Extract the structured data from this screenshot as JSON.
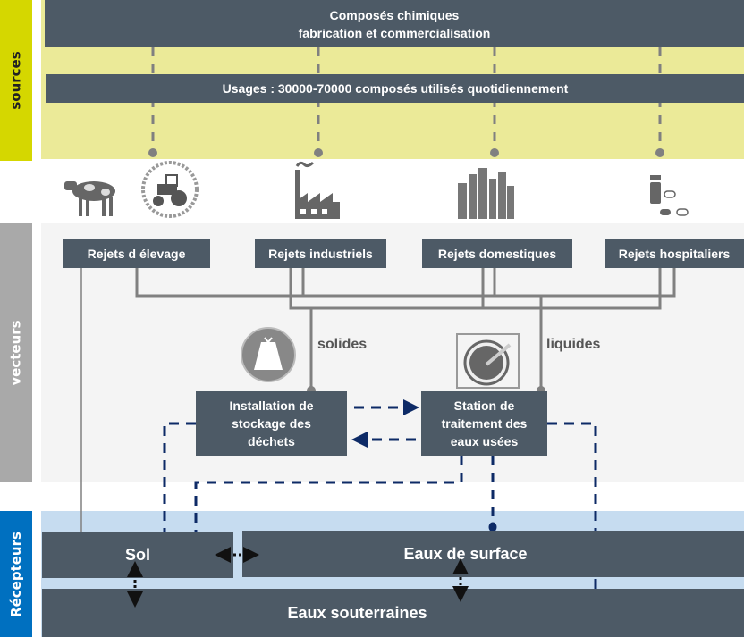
{
  "sections": {
    "sources": {
      "label": "sources",
      "color": "#d5d700",
      "band": "#ebea98"
    },
    "vecteurs": {
      "label": "vecteurs",
      "color": "#a9a9a9",
      "band": "#f4f4f4"
    },
    "recepteurs": {
      "label": "Récepteurs",
      "color": "#0070c0",
      "band": "#c6dcf0"
    }
  },
  "sources": {
    "top_line1": "Composés chimiques",
    "top_line2": "fabrication et commercialisation",
    "usages": "Usages : 30000-70000 composés utilisés quotidiennement",
    "icons": [
      "cow-icon",
      "tractor-icon",
      "factory-icon",
      "city-icon",
      "pills-icon"
    ]
  },
  "vecteurs": {
    "rejets": [
      "Rejets d élevage",
      "Rejets industriels",
      "Rejets domestiques",
      "Rejets hospitaliers"
    ],
    "solides": "solides",
    "liquides": "liquides",
    "installation": [
      "Installation de",
      "stockage des",
      "déchets"
    ],
    "station": [
      "Station de",
      "traitement des",
      "eaux usées"
    ]
  },
  "recepteurs": {
    "sol": "Sol",
    "surface": "Eaux de surface",
    "souterraines": "Eaux souterraines"
  },
  "colors": {
    "box": "#4d5a66",
    "dashed_flow": "#0d2a66",
    "connector": "#808080"
  }
}
